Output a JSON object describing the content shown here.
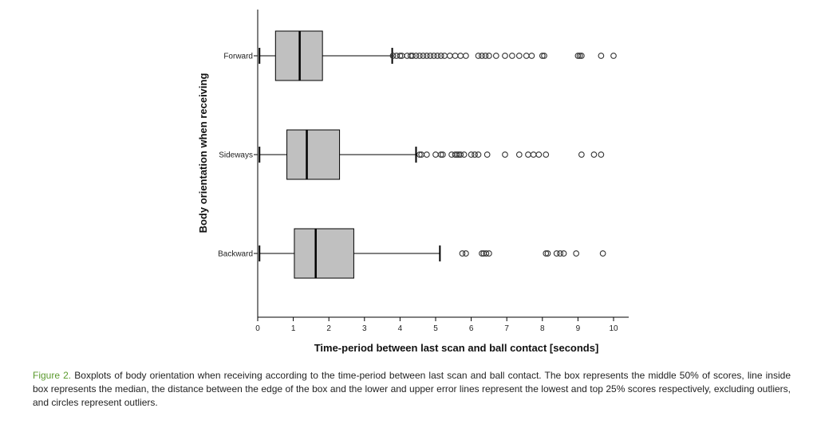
{
  "chart_data": {
    "type": "boxplot",
    "orientation": "horizontal",
    "title": "",
    "xlabel": "Time-period between last scan and ball contact [seconds]",
    "ylabel": "Body orientation when receiving",
    "xlim": [
      0,
      10.5
    ],
    "xticks": [
      0,
      1,
      2,
      3,
      4,
      5,
      6,
      7,
      8,
      9,
      10
    ],
    "grid": false,
    "categories": [
      "Forward",
      "Sideways",
      "Backward"
    ],
    "boxes": [
      {
        "category": "Forward",
        "whisker_low": 0.05,
        "q1": 0.5,
        "median": 1.18,
        "q3": 1.82,
        "whisker_high": 3.78,
        "outliers": [
          3.8,
          3.9,
          4.0,
          4.05,
          4.2,
          4.3,
          4.35,
          4.45,
          4.55,
          4.65,
          4.75,
          4.85,
          4.95,
          5.05,
          5.15,
          5.25,
          5.4,
          5.55,
          5.7,
          5.85,
          6.2,
          6.3,
          6.4,
          6.5,
          6.7,
          6.95,
          7.15,
          7.35,
          7.55,
          7.7,
          8.0,
          8.05,
          9.0,
          9.05,
          9.1,
          9.65,
          10.0
        ]
      },
      {
        "category": "Sideways",
        "whisker_low": 0.05,
        "q1": 0.82,
        "median": 1.38,
        "q3": 2.3,
        "whisker_high": 4.45,
        "outliers": [
          4.55,
          4.6,
          4.75,
          5.0,
          5.15,
          5.2,
          5.45,
          5.55,
          5.6,
          5.65,
          5.7,
          5.8,
          6.0,
          6.1,
          6.2,
          6.45,
          6.95,
          7.35,
          7.6,
          7.75,
          7.9,
          8.1,
          9.1,
          9.45,
          9.65
        ]
      },
      {
        "category": "Backward",
        "whisker_low": 0.05,
        "q1": 1.03,
        "median": 1.63,
        "q3": 2.7,
        "whisker_high": 5.12,
        "outliers": [
          5.75,
          5.85,
          6.3,
          6.35,
          6.42,
          6.5,
          8.1,
          8.15,
          8.4,
          8.5,
          8.6,
          8.95,
          9.7
        ]
      }
    ],
    "colors": {
      "box_fill": "#c0c0c0",
      "line": "#000000"
    }
  },
  "caption": {
    "label": "Figure 2.",
    "text": "Boxplots of body orientation when receiving according to the time-period between last scan and ball contact. The box represents the middle 50% of scores, line inside box represents the median, the distance between the edge of the box and the lower and upper error lines represent the lowest and top 25% scores respectively, excluding outliers, and circles represent outliers."
  }
}
